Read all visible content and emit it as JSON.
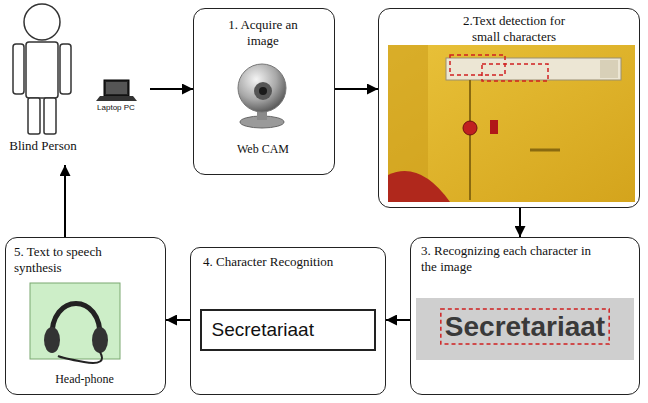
{
  "diagram": {
    "nodes": [
      {
        "text": [
          "Laptop PC",
          "Blind Person"
        ]
      },
      {
        "text": [
          "1. Acquire an image",
          "Web CAM"
        ]
      },
      {
        "text": [
          "2.Text detection for small characters"
        ]
      },
      {
        "text": [
          "5. Text to speech synthesis",
          "Head-phone"
        ]
      },
      {
        "text": [
          "4. Character Recognition"
        ]
      },
      {
        "text": [
          "Secretariaat"
        ],
        "in": 4
      },
      {
        "text": [
          "3. Recognizing each character in the image"
        ]
      }
    ],
    "edges": [
      {
        "from": 0,
        "to": 1,
        "arrow": "to"
      },
      {
        "from": 1,
        "to": 2,
        "arrow": "to"
      },
      {
        "from": 2,
        "to": 6,
        "arrow": "to"
      },
      {
        "from": 6,
        "to": 4,
        "arrow": "to"
      },
      {
        "from": 4,
        "to": 3,
        "arrow": "to"
      },
      {
        "from": 3,
        "to": 0,
        "arrow": "to"
      }
    ],
    "labels": [
      "Secretariaat"
    ]
  }
}
